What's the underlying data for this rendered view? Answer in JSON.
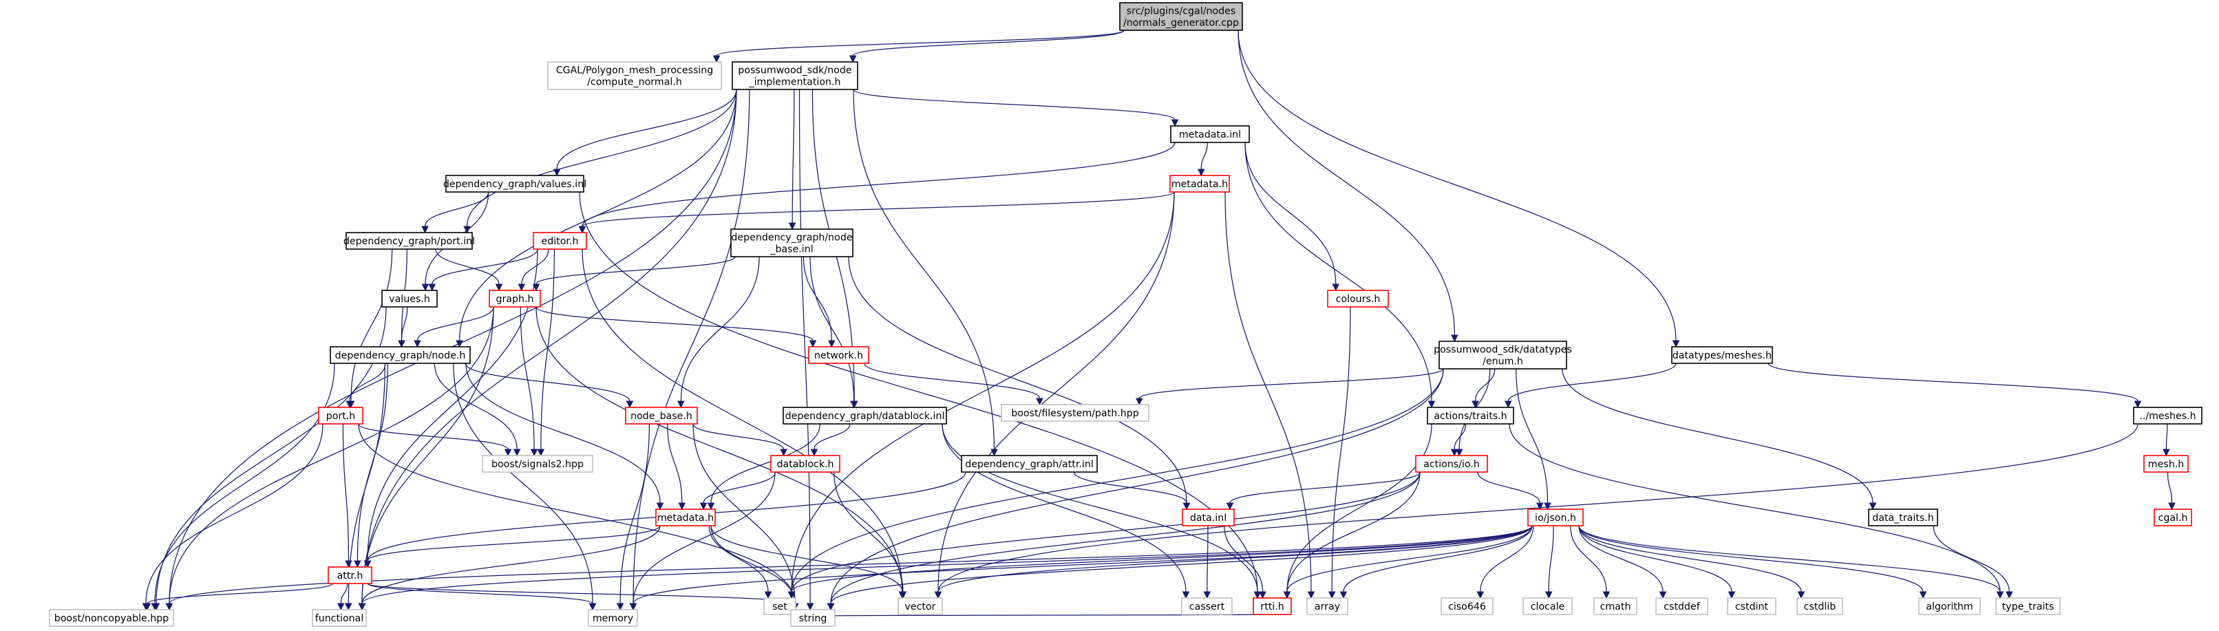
{
  "diagram": {
    "type": "include-dependency-graph",
    "colors": {
      "edge": "#191970",
      "focus_fill": "#bfbfbf",
      "doc_border": "#000000",
      "truncated_border": "#ff0000",
      "system_border": "#bfbfbf"
    },
    "nodes": [
      {
        "id": "focus",
        "kind": "focus",
        "lines": [
          "src/plugins/cgal/nodes",
          "/normals_generator.cpp"
        ]
      },
      {
        "id": "cgal_compute",
        "kind": "gray",
        "lines": [
          "CGAL/Polygon_mesh_processing",
          "/compute_normal.h"
        ]
      },
      {
        "id": "node_impl",
        "kind": "doc",
        "lines": [
          "possumwood_sdk/node",
          "_implementation.h"
        ]
      },
      {
        "id": "metadata_inl",
        "kind": "doc",
        "lines": [
          "metadata.inl"
        ]
      },
      {
        "id": "values_inl",
        "kind": "doc",
        "lines": [
          "dependency_graph/values.inl"
        ]
      },
      {
        "id": "metadata_h_top",
        "kind": "red",
        "lines": [
          "metadata.h"
        ]
      },
      {
        "id": "port_inl",
        "kind": "doc",
        "lines": [
          "dependency_graph/port.inl"
        ]
      },
      {
        "id": "editor_h",
        "kind": "red",
        "lines": [
          "editor.h"
        ]
      },
      {
        "id": "node_base_inl",
        "kind": "doc",
        "lines": [
          "dependency_graph/node",
          "_base.inl"
        ]
      },
      {
        "id": "values_h",
        "kind": "doc",
        "lines": [
          "values.h"
        ]
      },
      {
        "id": "graph_h",
        "kind": "red",
        "lines": [
          "graph.h"
        ]
      },
      {
        "id": "colours_h",
        "kind": "red",
        "lines": [
          "colours.h"
        ]
      },
      {
        "id": "node_h",
        "kind": "doc",
        "lines": [
          "dependency_graph/node.h"
        ]
      },
      {
        "id": "network_h",
        "kind": "red",
        "lines": [
          "network.h"
        ]
      },
      {
        "id": "enum_h",
        "kind": "doc",
        "lines": [
          "possumwood_sdk/datatypes",
          "/enum.h"
        ]
      },
      {
        "id": "meshes_h",
        "kind": "doc",
        "lines": [
          "datatypes/meshes.h"
        ]
      },
      {
        "id": "fs_path",
        "kind": "sys",
        "lines": [
          "boost/filesystem/path.hpp"
        ]
      },
      {
        "id": "port_h",
        "kind": "red",
        "lines": [
          "port.h"
        ]
      },
      {
        "id": "node_base_h",
        "kind": "red",
        "lines": [
          "node_base.h"
        ]
      },
      {
        "id": "datablock_inl",
        "kind": "doc",
        "lines": [
          "dependency_graph/datablock.inl"
        ]
      },
      {
        "id": "actions_traits",
        "kind": "doc",
        "lines": [
          "actions/traits.h"
        ]
      },
      {
        "id": "dot_meshes",
        "kind": "doc",
        "lines": [
          "../meshes.h"
        ]
      },
      {
        "id": "signals2",
        "kind": "sys",
        "lines": [
          "boost/signals2.hpp"
        ]
      },
      {
        "id": "datablock_h",
        "kind": "red",
        "lines": [
          "datablock.h"
        ]
      },
      {
        "id": "attr_inl",
        "kind": "doc",
        "lines": [
          "dependency_graph/attr.inl"
        ]
      },
      {
        "id": "actions_io",
        "kind": "red",
        "lines": [
          "actions/io.h"
        ]
      },
      {
        "id": "mesh_h",
        "kind": "red",
        "lines": [
          "mesh.h"
        ]
      },
      {
        "id": "metadata_h",
        "kind": "red",
        "lines": [
          "metadata.h"
        ]
      },
      {
        "id": "data_inl",
        "kind": "red",
        "lines": [
          "data.inl"
        ]
      },
      {
        "id": "io_json",
        "kind": "red",
        "lines": [
          "io/json.h"
        ]
      },
      {
        "id": "data_traits",
        "kind": "doc",
        "lines": [
          "data_traits.h"
        ]
      },
      {
        "id": "cgal_h",
        "kind": "red",
        "lines": [
          "cgal.h"
        ]
      },
      {
        "id": "attr_h",
        "kind": "red",
        "lines": [
          "attr.h"
        ]
      },
      {
        "id": "set",
        "kind": "sys",
        "lines": [
          "set"
        ]
      },
      {
        "id": "vector",
        "kind": "sys",
        "lines": [
          "vector"
        ]
      },
      {
        "id": "cassert",
        "kind": "sys",
        "lines": [
          "cassert"
        ]
      },
      {
        "id": "rtti_h",
        "kind": "red",
        "lines": [
          "rtti.h"
        ]
      },
      {
        "id": "array",
        "kind": "sys",
        "lines": [
          "array"
        ]
      },
      {
        "id": "ciso646",
        "kind": "sys",
        "lines": [
          "ciso646"
        ]
      },
      {
        "id": "clocale",
        "kind": "sys",
        "lines": [
          "clocale"
        ]
      },
      {
        "id": "cmath",
        "kind": "sys",
        "lines": [
          "cmath"
        ]
      },
      {
        "id": "cstddef",
        "kind": "sys",
        "lines": [
          "cstddef"
        ]
      },
      {
        "id": "cstdint",
        "kind": "sys",
        "lines": [
          "cstdint"
        ]
      },
      {
        "id": "cstdlib",
        "kind": "sys",
        "lines": [
          "cstdlib"
        ]
      },
      {
        "id": "algorithm",
        "kind": "sys",
        "lines": [
          "algorithm"
        ]
      },
      {
        "id": "type_traits",
        "kind": "sys",
        "lines": [
          "type_traits"
        ]
      },
      {
        "id": "noncopyable",
        "kind": "sys",
        "lines": [
          "boost/noncopyable.hpp"
        ]
      },
      {
        "id": "functional",
        "kind": "sys",
        "lines": [
          "functional"
        ]
      },
      {
        "id": "memory",
        "kind": "sys",
        "lines": [
          "memory"
        ]
      },
      {
        "id": "string",
        "kind": "sys",
        "lines": [
          "string"
        ]
      }
    ],
    "edges": [
      [
        "focus",
        "cgal_compute"
      ],
      [
        "focus",
        "node_impl"
      ],
      [
        "focus",
        "enum_h"
      ],
      [
        "focus",
        "meshes_h"
      ],
      [
        "node_impl",
        "noncopyable"
      ],
      [
        "node_impl",
        "functional"
      ],
      [
        "node_impl",
        "memory"
      ],
      [
        "node_impl",
        "string"
      ],
      [
        "node_impl",
        "metadata_inl"
      ],
      [
        "node_impl",
        "values_inl"
      ],
      [
        "node_impl",
        "port_inl"
      ],
      [
        "node_impl",
        "node_h"
      ],
      [
        "node_impl",
        "node_base_inl"
      ],
      [
        "node_impl",
        "datablock_inl"
      ],
      [
        "node_impl",
        "attr_inl"
      ],
      [
        "metadata_inl",
        "metadata_h_top"
      ],
      [
        "metadata_inl",
        "editor_h"
      ],
      [
        "metadata_inl",
        "colours_h"
      ],
      [
        "metadata_inl",
        "actions_traits"
      ],
      [
        "metadata_h_top",
        "editor_h"
      ],
      [
        "metadata_h_top",
        "set"
      ],
      [
        "metadata_h_top",
        "vector"
      ],
      [
        "metadata_h_top",
        "array"
      ],
      [
        "values_inl",
        "port_inl"
      ],
      [
        "values_inl",
        "values_h"
      ],
      [
        "values_inl",
        "rtti_h"
      ],
      [
        "port_inl",
        "graph_h"
      ],
      [
        "port_inl",
        "node_h"
      ],
      [
        "port_inl",
        "port_h"
      ],
      [
        "editor_h",
        "values_h"
      ],
      [
        "editor_h",
        "graph_h"
      ],
      [
        "editor_h",
        "signals2"
      ],
      [
        "editor_h",
        "vector"
      ],
      [
        "editor_h",
        "attr_h"
      ],
      [
        "node_base_inl",
        "graph_h"
      ],
      [
        "node_base_inl",
        "network_h"
      ],
      [
        "node_base_inl",
        "node_base_h"
      ],
      [
        "node_base_inl",
        "datablock_inl"
      ],
      [
        "node_base_inl",
        "data_inl"
      ],
      [
        "values_h",
        "node_h"
      ],
      [
        "values_h",
        "noncopyable"
      ],
      [
        "graph_h",
        "node_h"
      ],
      [
        "graph_h",
        "network_h"
      ],
      [
        "graph_h",
        "signals2"
      ],
      [
        "graph_h",
        "vector"
      ],
      [
        "graph_h",
        "noncopyable"
      ],
      [
        "graph_h",
        "functional"
      ],
      [
        "colours_h",
        "array"
      ],
      [
        "node_h",
        "port_h"
      ],
      [
        "node_h",
        "node_base_h"
      ],
      [
        "node_h",
        "metadata_h"
      ],
      [
        "node_h",
        "signals2"
      ],
      [
        "node_h",
        "attr_h"
      ],
      [
        "node_h",
        "noncopyable"
      ],
      [
        "node_h",
        "functional"
      ],
      [
        "node_h",
        "memory"
      ],
      [
        "network_h",
        "fs_path"
      ],
      [
        "enum_h",
        "fs_path"
      ],
      [
        "enum_h",
        "actions_traits"
      ],
      [
        "enum_h",
        "actions_io"
      ],
      [
        "enum_h",
        "io_json"
      ],
      [
        "enum_h",
        "data_traits"
      ],
      [
        "enum_h",
        "set"
      ],
      [
        "enum_h",
        "string"
      ],
      [
        "meshes_h",
        "actions_traits"
      ],
      [
        "meshes_h",
        "dot_meshes"
      ],
      [
        "port_h",
        "attr_h"
      ],
      [
        "port_h",
        "signals2"
      ],
      [
        "port_h",
        "noncopyable"
      ],
      [
        "port_h",
        "string"
      ],
      [
        "node_base_h",
        "metadata_h"
      ],
      [
        "node_base_h",
        "datablock_h"
      ],
      [
        "node_base_h",
        "memory"
      ],
      [
        "node_base_h",
        "string"
      ],
      [
        "datablock_inl",
        "datablock_h"
      ],
      [
        "datablock_inl",
        "metadata_h"
      ],
      [
        "datablock_inl",
        "rtti_h"
      ],
      [
        "datablock_inl",
        "cassert"
      ],
      [
        "actions_traits",
        "actions_io"
      ],
      [
        "actions_traits",
        "rtti_h"
      ],
      [
        "actions_traits",
        "type_traits"
      ],
      [
        "dot_meshes",
        "mesh_h"
      ],
      [
        "dot_meshes",
        "vector"
      ],
      [
        "datablock_h",
        "metadata_h"
      ],
      [
        "datablock_h",
        "vector"
      ],
      [
        "datablock_h",
        "memory"
      ],
      [
        "attr_inl",
        "attr_h"
      ],
      [
        "attr_inl",
        "data_inl"
      ],
      [
        "actions_io",
        "data_inl"
      ],
      [
        "actions_io",
        "io_json"
      ],
      [
        "actions_io",
        "rtti_h"
      ],
      [
        "actions_io",
        "set"
      ],
      [
        "actions_io",
        "string"
      ],
      [
        "mesh_h",
        "cgal_h"
      ],
      [
        "metadata_h",
        "attr_h"
      ],
      [
        "metadata_h",
        "set"
      ],
      [
        "metadata_h",
        "vector"
      ],
      [
        "metadata_h",
        "string"
      ],
      [
        "metadata_h",
        "functional"
      ],
      [
        "data_inl",
        "rtti_h"
      ],
      [
        "data_inl",
        "cassert"
      ],
      [
        "io_json",
        "rtti_h"
      ],
      [
        "io_json",
        "vector"
      ],
      [
        "io_json",
        "set"
      ],
      [
        "io_json",
        "array"
      ],
      [
        "io_json",
        "ciso646"
      ],
      [
        "io_json",
        "clocale"
      ],
      [
        "io_json",
        "cmath"
      ],
      [
        "io_json",
        "cstddef"
      ],
      [
        "io_json",
        "cstdint"
      ],
      [
        "io_json",
        "cstdlib"
      ],
      [
        "io_json",
        "algorithm"
      ],
      [
        "io_json",
        "type_traits"
      ],
      [
        "io_json",
        "string"
      ],
      [
        "io_json",
        "memory"
      ],
      [
        "io_json",
        "functional"
      ],
      [
        "io_json",
        "noncopyable"
      ],
      [
        "data_traits",
        "type_traits"
      ],
      [
        "attr_h",
        "noncopyable"
      ],
      [
        "attr_h",
        "functional"
      ],
      [
        "attr_h",
        "memory"
      ],
      [
        "attr_h",
        "string"
      ],
      [
        "rtti_h",
        "string"
      ]
    ]
  }
}
